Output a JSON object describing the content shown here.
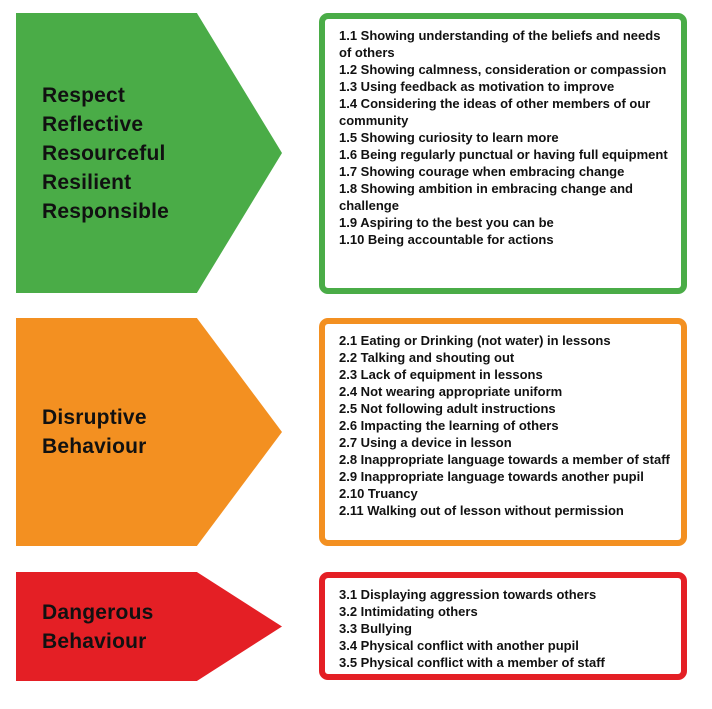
{
  "colors": {
    "green": "#4aac47",
    "orange": "#f39021",
    "red": "#e41f25"
  },
  "sections": [
    {
      "id": "green",
      "arrow_lines": [
        "Respect",
        "Reflective",
        "Resourceful",
        "Resilient",
        "Responsible"
      ],
      "items": [
        "1.1 Showing understanding of the beliefs and needs of others",
        "1.2 Showing calmness, consideration or compassion",
        "1.3 Using feedback as motivation to improve",
        "1.4 Considering the ideas of other members of our community",
        "1.5 Showing curiosity to learn more",
        "1.6 Being regularly punctual or having full equipment",
        "1.7 Showing courage when embracing change",
        "1.8 Showing ambition in embracing change and challenge",
        "1.9 Aspiring to the best you can be",
        "1.10 Being accountable for actions"
      ]
    },
    {
      "id": "orange",
      "arrow_lines": [
        "Disruptive",
        "Behaviour"
      ],
      "items": [
        "2.1 Eating or Drinking (not water) in lessons",
        "2.2 Talking and shouting out",
        "2.3 Lack of equipment in lessons",
        "2.4 Not wearing appropriate uniform",
        "2.5 Not following adult instructions",
        "2.6 Impacting the learning of others",
        "2.7 Using a device in lesson",
        "2.8 Inappropriate language towards a member of staff",
        "2.9 Inappropriate language towards another pupil",
        "2.10 Truancy",
        "2.11 Walking out of lesson without permission"
      ]
    },
    {
      "id": "red",
      "arrow_lines": [
        "Dangerous",
        "Behaviour"
      ],
      "items": [
        "3.1 Displaying aggression towards others",
        "3.2 Intimidating others",
        "3.3 Bullying",
        "3.4 Physical conflict with another pupil",
        "3.5 Physical conflict with a member of staff"
      ]
    }
  ]
}
